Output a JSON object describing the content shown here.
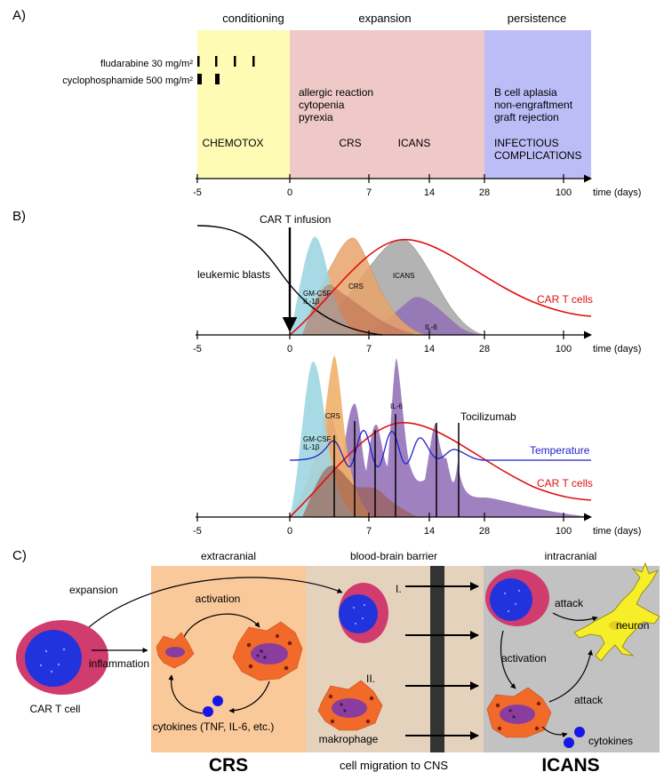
{
  "panelA": {
    "letter": "A)",
    "phases": [
      "conditioning",
      "expansion",
      "persistence"
    ],
    "drugs": [
      "fludarabine 30 mg/m²",
      "cyclophosphamide 500 mg/m²"
    ],
    "expansion_effects": [
      "allergic reaction",
      "cytopenia",
      "pyrexia"
    ],
    "persistence_effects": [
      "B cell aplasia",
      "non-engraftment",
      "graft rejection"
    ],
    "chemotox": "CHEMOTOX",
    "crs": "CRS",
    "icans": "ICANS",
    "infectious": [
      "INFECTIOUS",
      "COMPLICATIONS"
    ],
    "ticks": [
      "-5",
      "0",
      "7",
      "14",
      "28",
      "100"
    ],
    "axis_label": "time (days)",
    "colors": {
      "conditioning": "#fdfbb4",
      "expansion": "#efc8c8",
      "persistence": "#bcbcf6"
    }
  },
  "panelB": {
    "letter": "B)",
    "top": {
      "car_t_infusion": "CAR T infusion",
      "leukemic_blasts": "leukemic blasts",
      "gmcsf": [
        "GM-CSF",
        "IL-1β"
      ],
      "crs": "CRS",
      "icans": "ICANS",
      "il6": "IL-6",
      "car_t_cells": "CAR T cells",
      "ticks": [
        "-5",
        "0",
        "7",
        "14",
        "28",
        "100"
      ],
      "axis_label": "time (days)"
    },
    "bottom": {
      "crs": "CRS",
      "il6": "IL-6",
      "gmcsf": [
        "GM-CSF",
        "IL-1β"
      ],
      "tocilizumab": "Tocilizumab",
      "temperature": "Temperature",
      "car_t_cells": "CAR T cells",
      "ticks": [
        "-5",
        "0",
        "7",
        "14",
        "28",
        "100"
      ],
      "axis_label": "time (days)"
    },
    "colors": {
      "gmcsf": "#9fd6e3",
      "crs": "#f0b06a",
      "icans": "#9a9a9a",
      "il6": "#8e6bb5",
      "cart": "#e01010",
      "temperature": "#2222cc"
    }
  },
  "panelC": {
    "letter": "C)",
    "regions": [
      "extracranial",
      "blood-brain barrier",
      "intracranial"
    ],
    "expansion": "expansion",
    "inflammation": "inflammation",
    "car_t_cell": "CAR T cell",
    "activation_top": "activation",
    "cytokines_left": "cytokines (TNF, IL-6, etc.)",
    "roman": [
      "I.",
      "II."
    ],
    "makrophage": "makrophage",
    "attack": "attack",
    "neuron": "neuron",
    "activation_right": "activation",
    "cytokines_right": "cytokines",
    "crs": "CRS",
    "migration": "cell migration to CNS",
    "icans": "ICANS",
    "colors": {
      "extracranial": "#f9c99a",
      "bbb": "#e5d2bd",
      "intracranial": "#c2c2c2",
      "cell_outer": "#d03c6e",
      "cell_inner": "#2233dd",
      "macro": "#f26a2a",
      "neuron": "#f7ee2a"
    }
  }
}
